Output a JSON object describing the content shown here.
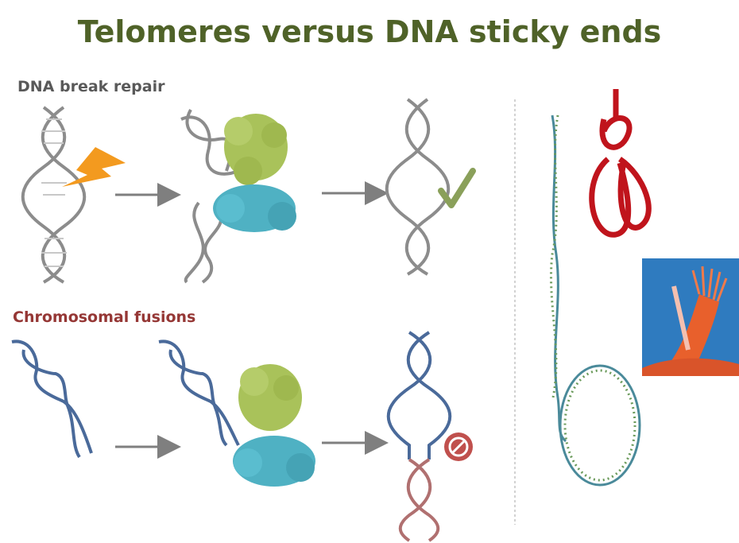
{
  "title": "Telomeres versus DNA sticky ends",
  "sections": {
    "repair_label": "DNA break repair",
    "fusion_label": "Chromosomal fusions"
  },
  "colors": {
    "title": "#4f6228",
    "repair_label": "#595959",
    "fusion_label": "#953735",
    "dna_gray": "#8c8c8c",
    "dna_blue": "#4a6a9a",
    "dna_red": "#b07070",
    "protein_green": "#a9c25a",
    "protein_blue": "#4fb1c3",
    "arrow": "#7f7f7f",
    "check": "#8aa05a",
    "forbidden": "#c0504d",
    "rope_red": "#c0141c",
    "rope_orange": "#e8602c",
    "photo_bg": "#2f7bbf",
    "telomere_dna": "#4a8a9a"
  },
  "icons": [
    "lightning-icon",
    "check-icon",
    "forbidden-icon",
    "arrow-icon"
  ]
}
